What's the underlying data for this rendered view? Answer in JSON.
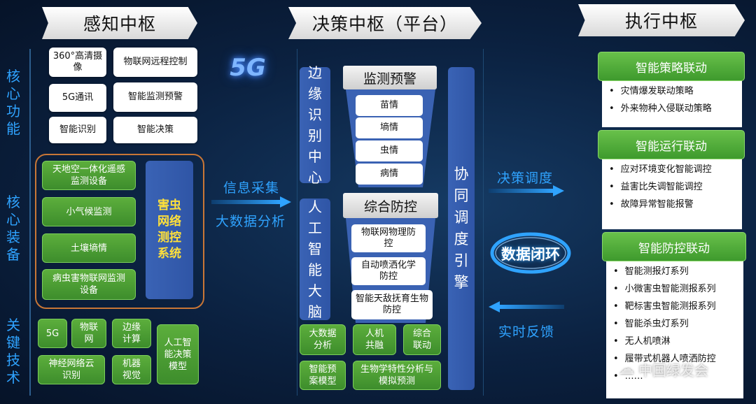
{
  "sections": {
    "sense": "感知中枢",
    "decide": "决策中枢（平台）",
    "execute": "执行中枢"
  },
  "row_labels": [
    "核心功能",
    "核心装备",
    "关键技术"
  ],
  "badge_5g": "5G",
  "functions": [
    "360°高清摄像",
    "物联网远程控制",
    "5G通讯",
    "智能监测预警",
    "智能识别",
    "智能决策"
  ],
  "equipment": {
    "items": [
      "天地空一体化遥感监测设备",
      "小气候监测",
      "土壤墒情",
      "病虫害物联网监测设备"
    ],
    "system": "害虫网络测控系统"
  },
  "tech": [
    "5G",
    "物联网",
    "边缘计算",
    "神经网络云识别",
    "机器视觉",
    "人工智能决策模型"
  ],
  "arrows": {
    "collect": "信息采集",
    "bigdata": "大数据分析",
    "dispatch": "决策调度",
    "loop": "数据闭环",
    "feedback": "实时反馈"
  },
  "platform": {
    "edge": "边缘识别中心",
    "ai": "人工智能大脑",
    "engine": "协同调度引擎",
    "monitor": {
      "title": "监测预警",
      "items": [
        "苗情",
        "墒情",
        "虫情",
        "病情"
      ]
    },
    "control": {
      "title": "综合防控",
      "items": [
        "物联网物理防控",
        "自动喷洒化学防控",
        "智能天敌抚育生物防控"
      ]
    },
    "tech": [
      "大数据分析",
      "人机共融",
      "综合联动",
      "智能预案模型",
      "生物学特性分析与模拟预测"
    ]
  },
  "execution": [
    {
      "title": "智能策略联动",
      "items": [
        "灾情爆发联动策略",
        "外来物种入侵联动策略"
      ]
    },
    {
      "title": "智能运行联动",
      "items": [
        "应对环境变化智能调控",
        "益害比失调智能调控",
        "故障异常智能报警"
      ]
    },
    {
      "title": "智能防控联动",
      "items": [
        "智能测报灯系列",
        "小微害虫智能测报系列",
        "靶标害虫智能测报系列",
        "智能杀虫灯系列",
        "无人机喷淋",
        "履带式机器人喷洒防控",
        "……"
      ]
    }
  ],
  "watermark": "中国绿发会"
}
